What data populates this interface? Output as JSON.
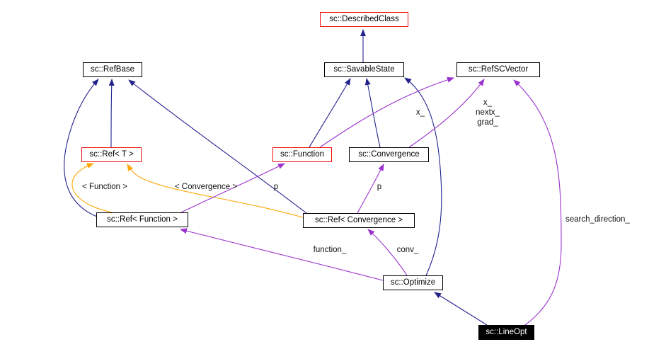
{
  "diagram": {
    "nodes": {
      "described_class": {
        "label": "sc::DescribedClass"
      },
      "ref_base": {
        "label": "sc::RefBase"
      },
      "savable_state": {
        "label": "sc::SavableState"
      },
      "ref_sc_vector": {
        "label": "sc::RefSCVector"
      },
      "ref_t": {
        "label": "sc::Ref< T >"
      },
      "function": {
        "label": "sc::Function"
      },
      "convergence": {
        "label": "sc::Convergence"
      },
      "ref_function": {
        "label": "sc::Ref< Function >"
      },
      "ref_convergence": {
        "label": "sc::Ref< Convergence >"
      },
      "optimize": {
        "label": "sc::Optimize"
      },
      "line_opt": {
        "label": "sc::LineOpt"
      }
    },
    "edge_labels": {
      "function_to_refscvector": "x_",
      "convergence_to_refscvector": [
        "x_",
        "nextx_",
        "grad_"
      ],
      "template_function": "< Function >",
      "template_convergence": "< Convergence >",
      "ref_function_p": "p",
      "ref_convergence_p": "p",
      "optimize_function": "function_",
      "optimize_conv": "conv_",
      "lineopt_search_direction": "search_direction_"
    },
    "colors": {
      "inheritance": "#23238e",
      "usage": "#9a32cd",
      "template": "#ffa500",
      "highlight_border": "#ee1111",
      "node_border": "#000000",
      "node_bg": "#ffffff",
      "current_node_bg": "#000000",
      "current_node_text": "#ffffff"
    }
  }
}
